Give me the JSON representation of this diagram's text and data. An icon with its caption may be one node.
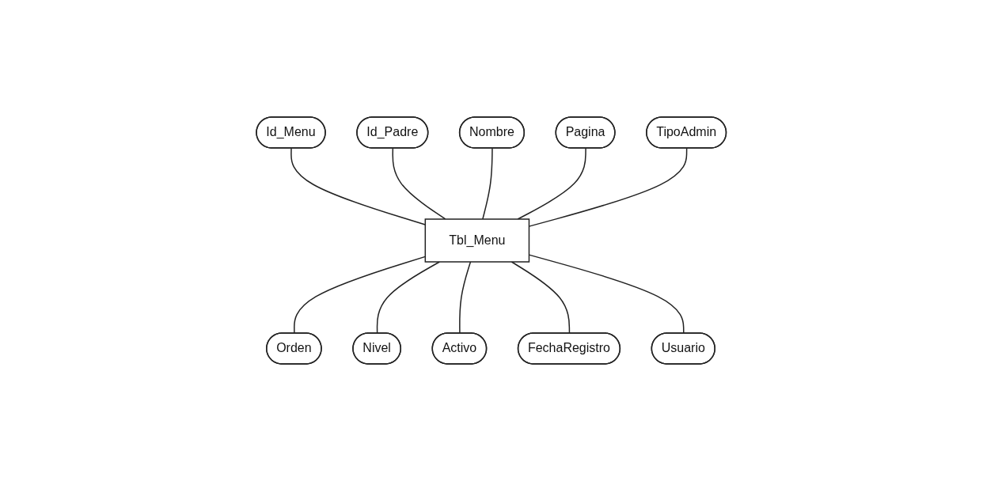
{
  "diagram": {
    "nodes": [
      {
        "text": [
          "Id_Menu"
        ]
      },
      {
        "text": [
          "Id_Padre"
        ]
      },
      {
        "text": [
          "Nombre"
        ]
      },
      {
        "text": [
          "Pagina"
        ]
      },
      {
        "text": [
          "TipoAdmin"
        ]
      },
      {
        "text": [
          "Tbl_Menu"
        ]
      },
      {
        "text": [
          "Orden"
        ]
      },
      {
        "text": [
          "Nivel"
        ]
      },
      {
        "text": [
          "Activo"
        ]
      },
      {
        "text": [
          "FechaRegistro"
        ]
      },
      {
        "text": [
          "Usuario"
        ]
      }
    ],
    "edges": [
      {
        "from": 0,
        "to": 5,
        "arrow": "none"
      },
      {
        "from": 1,
        "to": 5,
        "arrow": "none"
      },
      {
        "from": 2,
        "to": 5,
        "arrow": "none"
      },
      {
        "from": 3,
        "to": 5,
        "arrow": "none"
      },
      {
        "from": 4,
        "to": 5,
        "arrow": "none"
      },
      {
        "from": 5,
        "to": 6,
        "arrow": "none"
      },
      {
        "from": 5,
        "to": 7,
        "arrow": "none"
      },
      {
        "from": 5,
        "to": 8,
        "arrow": "none"
      },
      {
        "from": 5,
        "to": 9,
        "arrow": "none"
      },
      {
        "from": 5,
        "to": 10,
        "arrow": "none"
      }
    ]
  }
}
